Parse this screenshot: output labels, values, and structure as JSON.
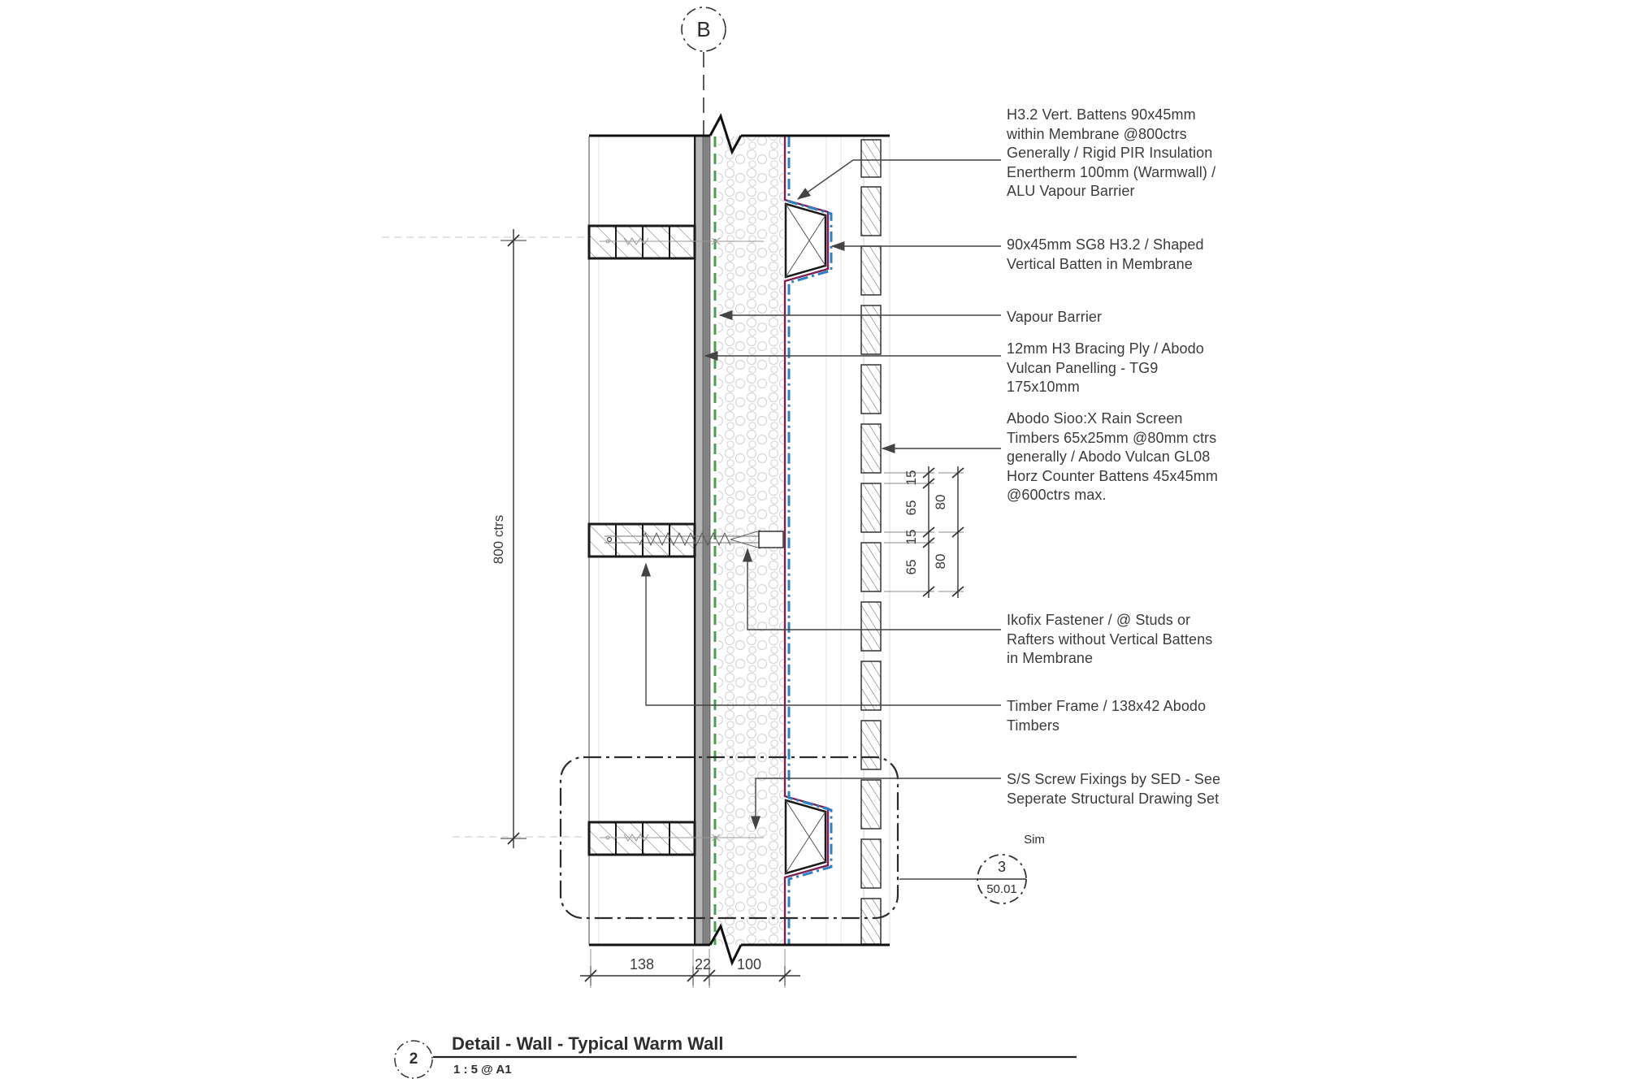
{
  "grid": {
    "bubble_label": "B"
  },
  "annotations": [
    {
      "id": "batten-membrane-note",
      "text": "H3.2 Vert. Battens 90x45mm\nwithin Membrane @800ctrs\nGenerally / Rigid PIR Insulation\nEnertherm 100mm (Warmwall) /\nALU Vapour Barrier"
    },
    {
      "id": "shaped-batten-note",
      "text": "90x45mm SG8 H3.2 / Shaped\nVertical Batten in Membrane"
    },
    {
      "id": "vapour-barrier-note",
      "text": "Vapour Barrier"
    },
    {
      "id": "bracing-ply-note",
      "text": "12mm H3 Bracing Ply / Abodo\nVulcan Panelling - TG9\n175x10mm"
    },
    {
      "id": "rain-screen-note",
      "text": "Abodo Sioo:X Rain Screen\nTimbers 65x25mm @80mm ctrs\ngenerally / Abodo Vulcan GL08\nHorz Counter Battens 45x45mm\n@600ctrs max."
    },
    {
      "id": "ikofix-note",
      "text": "Ikofix Fastener / @ Studs or\nRafters without Vertical Battens\nin Membrane"
    },
    {
      "id": "timber-frame-note",
      "text": "Timber Frame / 138x42 Abodo\nTimbers"
    },
    {
      "id": "screw-fixings-note",
      "text": "S/S Screw Fixings by SED - See\nSeperate Structural Drawing Set"
    }
  ],
  "dimensions": {
    "vertical_centres": "800 ctrs",
    "wall_layers": [
      "138",
      "22",
      "100"
    ],
    "cladding": {
      "gap_1": "15",
      "board_1": "65",
      "gap_2": "15",
      "board_2": "65",
      "pitch_1": "80",
      "pitch_2": "80"
    }
  },
  "callout": {
    "detail_number": "3",
    "sheet_number": "50.01",
    "modifier": "Sim"
  },
  "title_block": {
    "detail_number": "2",
    "title": "Detail - Wall - Typical Warm Wall",
    "scale": "1 : 5 @ A1"
  },
  "colors": {
    "membrane_blue": "#2f7fc4",
    "membrane_maroon": "#7b2150",
    "wrap_green": "#4e9b52",
    "line_dark": "#1a1a1a",
    "leader": "#444444",
    "text": "#3b3b3b"
  }
}
